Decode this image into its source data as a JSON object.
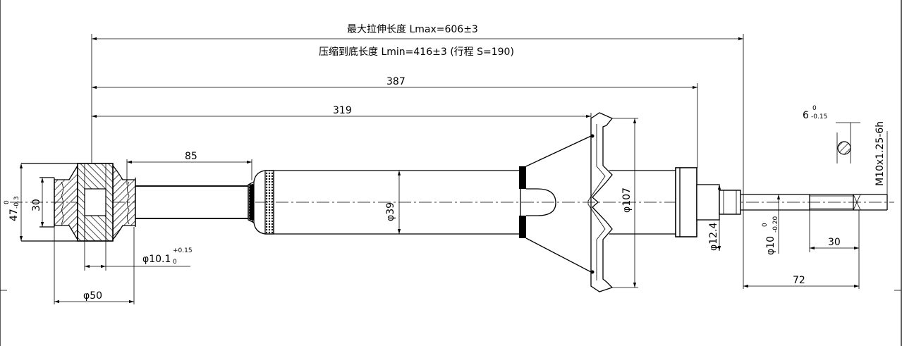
{
  "dimensions": {
    "lmax": "最大拉伸长度 Lmax=606±3",
    "lmin": "压缩到底长度 Lmin=416±3 (行程 S=190)",
    "d387": "387",
    "d319": "319",
    "d85": "85",
    "dia39": "φ39",
    "dia107": "φ107",
    "dia124": "φ12.4",
    "dia50": "φ50",
    "bore_main": "φ10.1",
    "bore_upper": "+0.15",
    "bore_lower": "0",
    "h47_main": "47",
    "h47_upper": "0",
    "h47_lower": "-0.3",
    "d30_left": "30",
    "d30_right": "30",
    "d72": "72",
    "rod_main": "φ10",
    "rod_upper": "0",
    "rod_lower": "-0.20",
    "thread": "M10x1.25-6h",
    "flat_main": "6",
    "flat_upper": "0",
    "flat_lower": "-0.15"
  }
}
